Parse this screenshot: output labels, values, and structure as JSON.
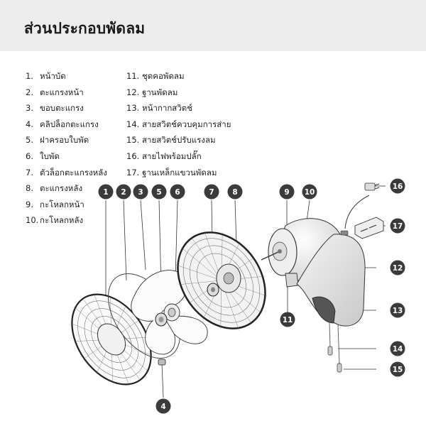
{
  "title": "ส่วนประกอบพัดลม",
  "parts": [
    {
      "num": "1.",
      "label": "หน้าบัด"
    },
    {
      "num": "2.",
      "label": "ตะแกรงหน้า"
    },
    {
      "num": "3.",
      "label": "ขอบตะแกรง"
    },
    {
      "num": "4.",
      "label": "คลิปล็อกตะแกรง"
    },
    {
      "num": "5.",
      "label": "ฝาครอบใบพัด"
    },
    {
      "num": "6.",
      "label": "ใบพัด"
    },
    {
      "num": "7.",
      "label": "ตัวล็อกตะแกรงหลัง"
    },
    {
      "num": "8.",
      "label": "ตะแกรงหลัง"
    },
    {
      "num": "9.",
      "label": "กะโหลกหน้า"
    },
    {
      "num": "10.",
      "label": "กะโหลกหลัง"
    },
    {
      "num": "11.",
      "label": "ชุดคอพัดลม"
    },
    {
      "num": "12.",
      "label": "ฐานพัดลม"
    },
    {
      "num": "13.",
      "label": "หน้ากากสวิตช์"
    },
    {
      "num": "14.",
      "label": "สายสวิตช์ควบคุมการส่าย"
    },
    {
      "num": "15.",
      "label": "สายสวิตช์ปรับแรงลม"
    },
    {
      "num": "16.",
      "label": "สายไฟพร้อมปลั๊ก"
    },
    {
      "num": "17.",
      "label": "ฐานเหล็กแขวนพัดลม"
    }
  ],
  "callouts": [
    "1",
    "2",
    "3",
    "4",
    "5",
    "6",
    "7",
    "8",
    "9",
    "10",
    "11",
    "12",
    "13",
    "14",
    "15",
    "16",
    "17"
  ],
  "colors": {
    "header_bg": "#ececec",
    "callout_fill": "#3b3b3b",
    "line": "#333333"
  }
}
